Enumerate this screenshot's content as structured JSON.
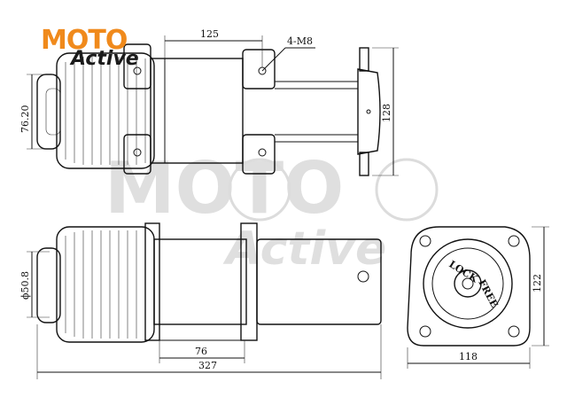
{
  "logo": {
    "moto_text": "MOTO",
    "active_text": "Active",
    "moto_color": "#f08a1c",
    "active_color": "#1a1a1a"
  },
  "watermark": {
    "moto_text": "MOTO",
    "active_text": "Active",
    "color": "#d9d9d9"
  },
  "dimensions": {
    "top_length": "125",
    "bolt_spec": "4-M8",
    "side_height_left": "76.20",
    "side_height_right": "128",
    "motor_diameter": "ϕ50.8",
    "foot_length": "76",
    "total_length": "327",
    "end_width": "118",
    "end_height": "122"
  },
  "lever_labels": {
    "lock": "LOCK",
    "free": "FREE"
  }
}
